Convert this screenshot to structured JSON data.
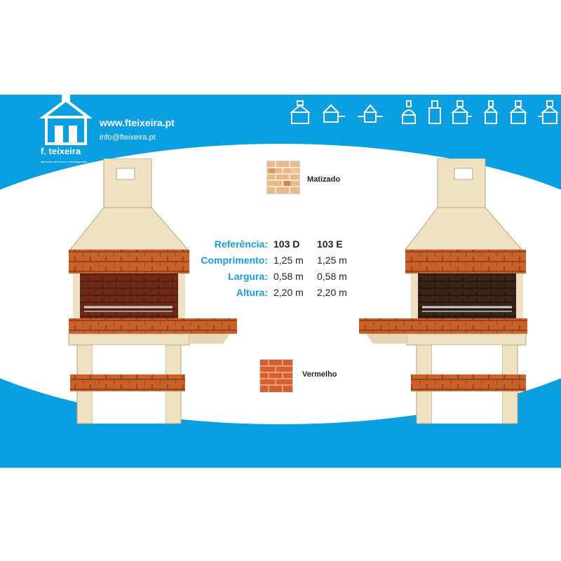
{
  "brand": {
    "name": "f. teixeira",
    "tagline": "fabricante de fornos e churrasqueiras",
    "website": "www.fteixeira.pt",
    "email": "info@fteixeira.pt"
  },
  "colors": {
    "banner": "#0a9fe0",
    "label": "#1a9ad6",
    "brick": "#c8612a",
    "stone": "#efe1c2"
  },
  "product_icons": [
    "fireplace-icon",
    "grill-table-icon",
    "grill-double-table-icon",
    "oven-icon",
    "chimney-icon",
    "grill-side-icon",
    "tall-grill-icon",
    "grill-stand-icon",
    "grill-corner-icon"
  ],
  "finishes": [
    {
      "label": "Matizado",
      "icon": "swatch-matizado"
    },
    {
      "label": "Vermelho",
      "icon": "swatch-vermelho"
    }
  ],
  "specs": {
    "headers": {
      "label": "Referência:",
      "d": "103 D",
      "e": "103 E"
    },
    "rows": [
      {
        "label": "Comprimento:",
        "d": "1,25 m",
        "e": "1,25 m"
      },
      {
        "label": "Largura:",
        "d": "0,58 m",
        "e": "0,58 m"
      },
      {
        "label": "Altura:",
        "d": "2,20 m",
        "e": "2,20 m"
      }
    ]
  }
}
